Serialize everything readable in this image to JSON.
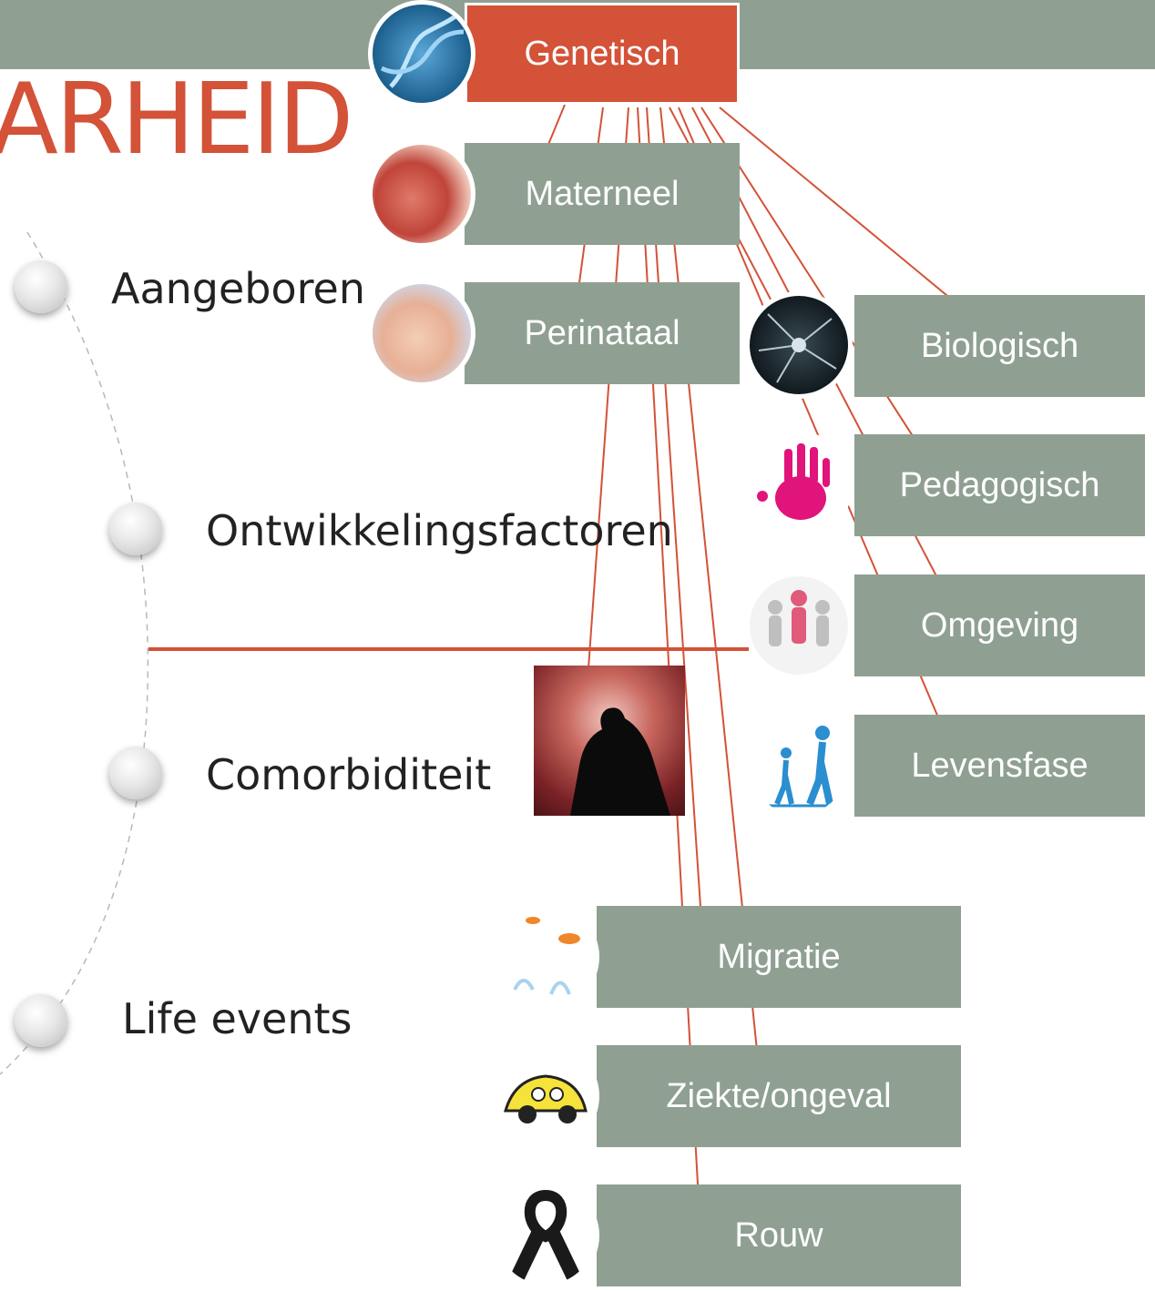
{
  "title": "ARHEID",
  "bullets": [
    {
      "label": "Aangeboren"
    },
    {
      "label": "Ontwikkelingsfactoren"
    },
    {
      "label": "Comorbiditeit"
    },
    {
      "label": "Life events"
    }
  ],
  "nodes": [
    {
      "label": "Genetisch",
      "active": true
    },
    {
      "label": "Materneel"
    },
    {
      "label": "Perinataal"
    },
    {
      "label": "Biologisch"
    },
    {
      "label": "Pedagogisch"
    },
    {
      "label": "Omgeving"
    },
    {
      "label": "Levensfase"
    },
    {
      "label": "Migratie"
    },
    {
      "label": "Ziekte/ongeval"
    },
    {
      "label": "Rouw"
    }
  ],
  "colors": {
    "accent": "#d35238",
    "node_fill": "#8fa092",
    "arrow": "#d35238"
  }
}
